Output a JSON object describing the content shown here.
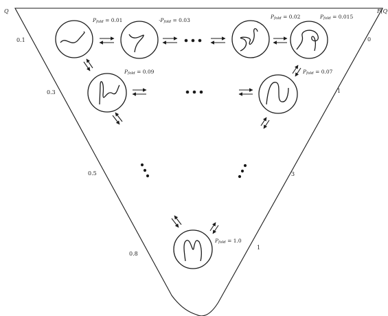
{
  "axes": {
    "left_title": "Q",
    "right_title": "F(Q",
    "left_ticks": [
      "0.1",
      "0.3",
      "0.5",
      "0.8"
    ],
    "right_ticks": [
      "0",
      "1",
      "3",
      "1"
    ]
  },
  "states": [
    {
      "name": "state-1",
      "p_label": "P",
      "p_sub": "fold",
      "p_value": "= 0.01"
    },
    {
      "name": "state-2",
      "p_label": "·P",
      "p_sub": "fold",
      "p_value": "= 0.03"
    },
    {
      "name": "state-3",
      "p_label": "P",
      "p_sub": "fold",
      "p_value": "= 0.02"
    },
    {
      "name": "state-4",
      "p_label": "P",
      "p_sub": "fold",
      "p_value": "= 0.015"
    },
    {
      "name": "state-5",
      "p_label": "P",
      "p_sub": "fold",
      "p_value": "= 0.09"
    },
    {
      "name": "state-6",
      "p_label": "P",
      "p_sub": "fold",
      "p_value": "= 0.07"
    },
    {
      "name": "native-state",
      "p_label": "P",
      "p_sub": "fold",
      "p_value": "= 1.0"
    }
  ],
  "colors": {
    "ink": "#1a1a1a",
    "background": "#ffffff"
  }
}
